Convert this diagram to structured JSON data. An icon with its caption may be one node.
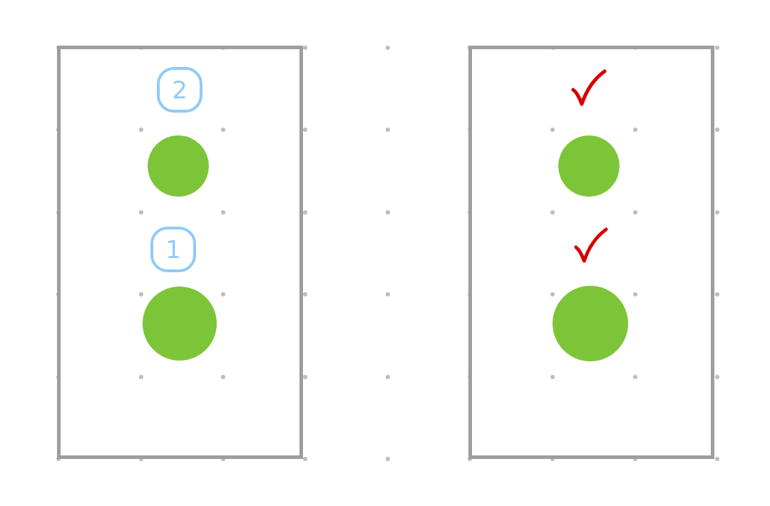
{
  "diagram": {
    "nodes": [
      {
        "text": [],
        "shape": "box"
      },
      {
        "text": [
          "2"
        ],
        "in": 0
      },
      {
        "text": [],
        "shape": "circle",
        "in": 0
      },
      {
        "text": [
          "1"
        ],
        "in": 0
      },
      {
        "text": [],
        "shape": "circle",
        "in": 0
      },
      {
        "text": [],
        "shape": "box"
      },
      {
        "text": [],
        "shape": "checkmark",
        "in": 5
      },
      {
        "text": [],
        "shape": "circle",
        "in": 5
      },
      {
        "text": [],
        "shape": "checkmark",
        "in": 5
      },
      {
        "text": [],
        "shape": "circle",
        "in": 5
      }
    ]
  }
}
